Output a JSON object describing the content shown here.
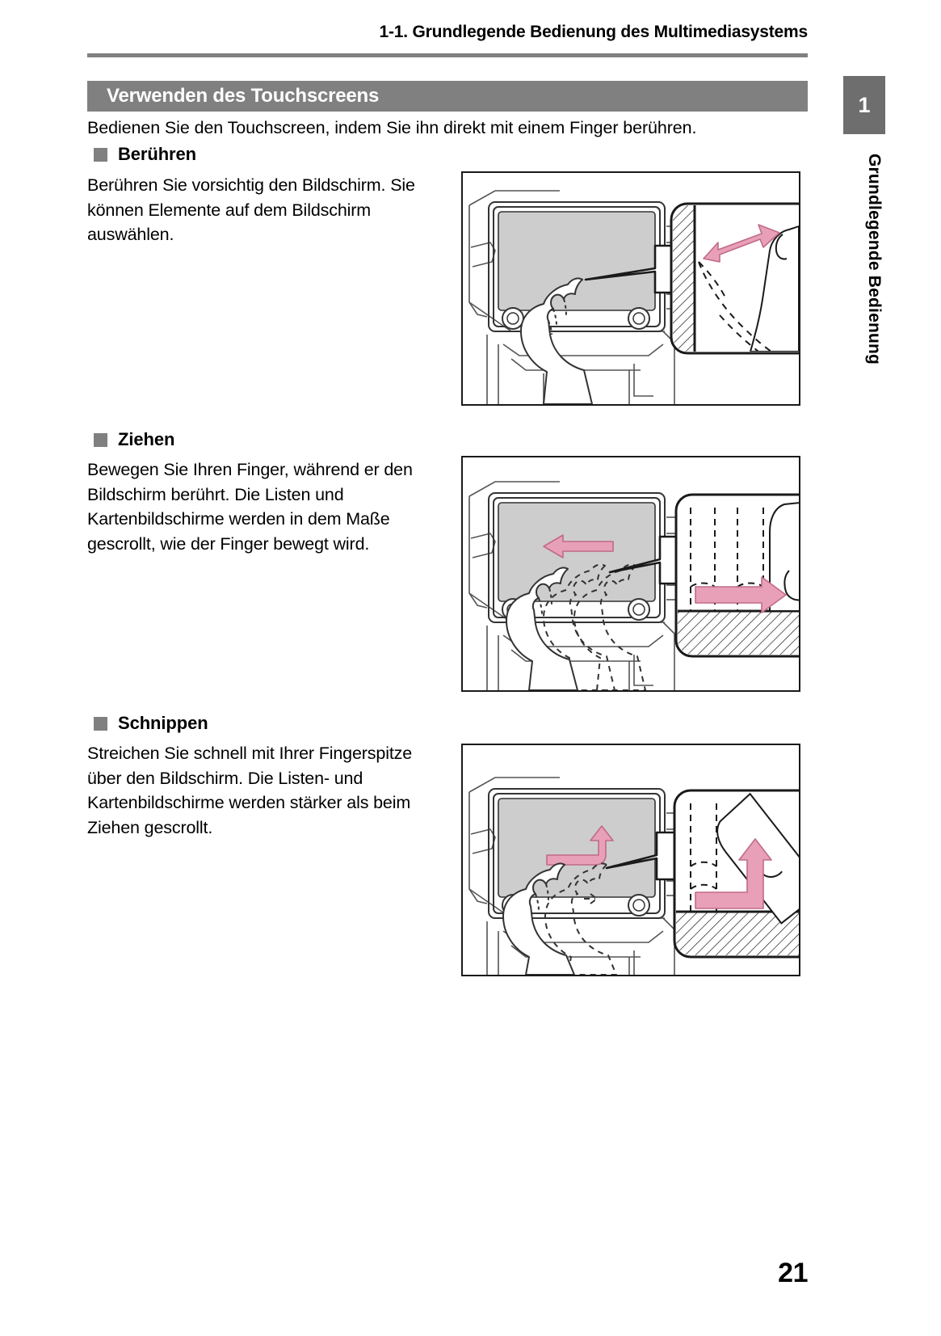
{
  "page": {
    "running_head": "1-1. Grundlegende Bedienung des Multimediasystems",
    "page_number": "21"
  },
  "section": {
    "title": "Verwenden des Touchscreens",
    "intro": "Bedienen Sie den Touchscreen, indem Sie ihn direkt mit einem Finger berühren."
  },
  "chapter_tab": {
    "number": "1",
    "label": "Grundlegende Bedienung"
  },
  "subsections": [
    {
      "heading": "Berühren",
      "text": "Berühren Sie vorsichtig den Bildschirm. Sie können Elemente auf dem Bildschirm auswählen.",
      "figure": {
        "name": "touch-gesture-illustration",
        "description": "Fahrzeug-Mittelkonsole mit Touchscreen, Finger berührt den Bildschirm; Detailansicht mit rosa Doppelpfeil"
      }
    },
    {
      "heading": "Ziehen",
      "text": "Bewegen Sie Ihren Finger, während er den Bildschirm berührt. Die Listen und Kartenbildschirme werden in dem Maße gescrollt, wie der Finger bewegt wird.",
      "figure": {
        "name": "drag-gesture-illustration",
        "description": "Fahrzeug-Mittelkonsole mit Touchscreen, Finger zieht nach links; Detailansicht mit rosa Pfeil nach rechts"
      }
    },
    {
      "heading": "Schnippen",
      "text": "Streichen Sie schnell mit Ihrer Fingerspitze über den Bildschirm. Die Listen- und Kartenbildschirme werden stärker als beim Ziehen gescrollt.",
      "figure": {
        "name": "flick-gesture-illustration",
        "description": "Fahrzeug-Mittelkonsole mit Touchscreen, schnelles Streichen; Detailansicht mit rosa Pfeil nach oben rechts"
      }
    }
  ],
  "colors": {
    "gray_bar": "#808080",
    "tab_gray": "#6e6e6e",
    "accent_pink": "#e8a0b8",
    "screen_gray": "#cdcdcd",
    "line_dark": "#1a1a1a"
  }
}
